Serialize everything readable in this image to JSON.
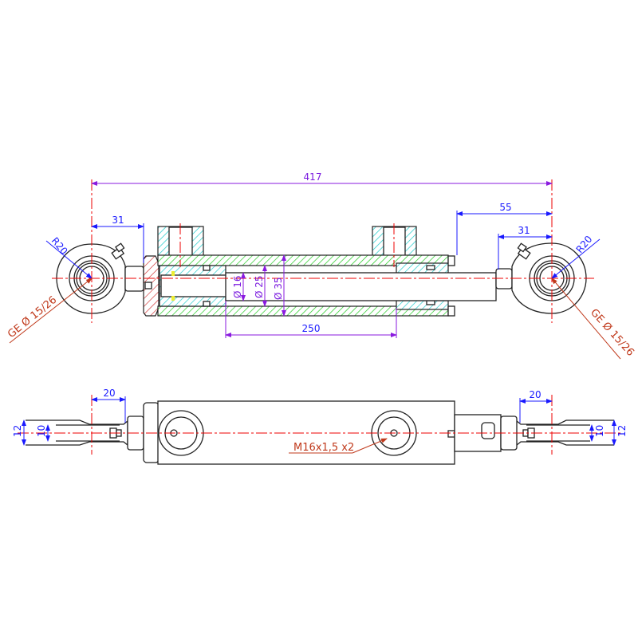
{
  "drawing": {
    "top_view": {
      "overall_length": "417",
      "left_eye_offset": "31",
      "right_gland_offset": "55",
      "right_eye_offset": "31",
      "left_radius": "R20",
      "right_radius": "R20",
      "left_bearing": "GE Ø 15/26",
      "right_bearing": "GE Ø 15/26",
      "rod_diameter": "Ø 16",
      "piston_diameter": "Ø 25",
      "barrel_diameter": "Ø 35",
      "stroke": "250"
    },
    "side_view": {
      "left_eye_width": "20",
      "right_eye_width": "20",
      "left_outer": "12",
      "left_inner": "10",
      "right_inner": "10",
      "right_outer": "12",
      "port_thread": "M16x1,5 x2"
    },
    "colors": {
      "hatch_barrel": "#22cc22",
      "hatch_piston": "#22cccc",
      "hatch_flange": "#cc2222",
      "dimension": "#1a1aff",
      "dimension_alt": "#8a1adf",
      "centerline": "#ee0000"
    }
  }
}
